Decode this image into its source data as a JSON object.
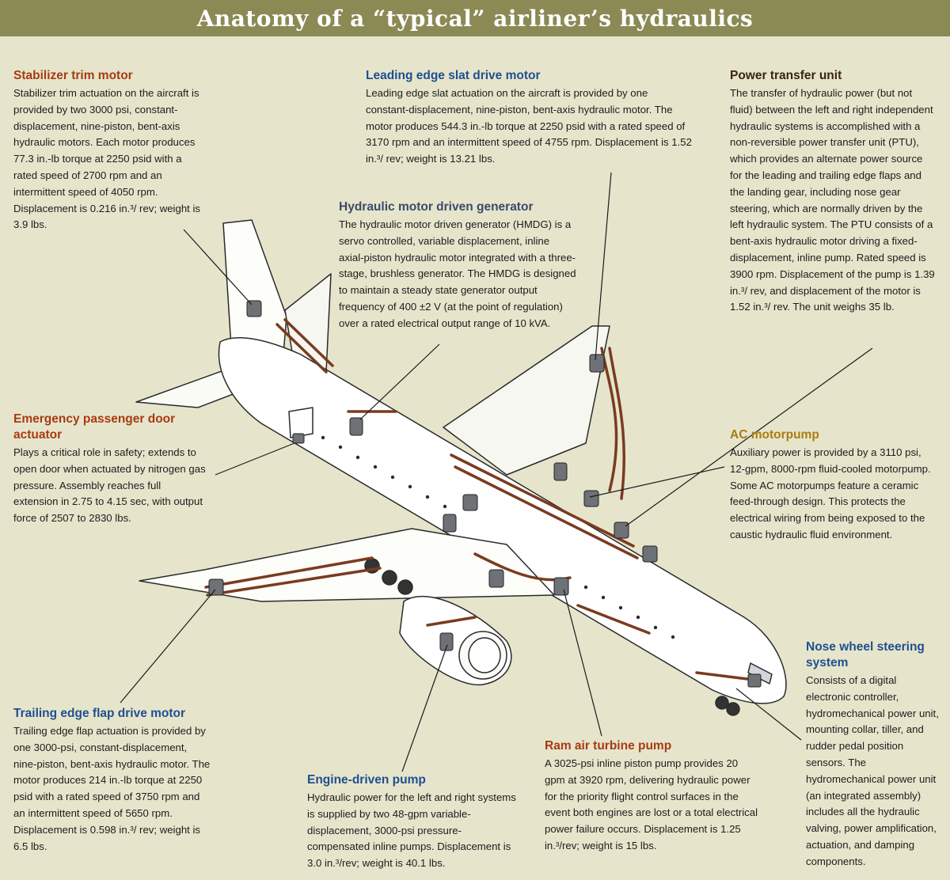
{
  "title": "Anatomy of a “typical” airliner’s hydraulics",
  "colors": {
    "banner": "#8b8a55",
    "background": "#e6e5cc",
    "heading_red": "#a83a12",
    "heading_blue": "#1f4f8f",
    "heading_gold": "#a97c10",
    "heading_dark": "#3a2412",
    "hydraulic_line": "#7a3b20"
  },
  "callouts": {
    "stabilizer": {
      "heading": "Stabilizer trim motor",
      "body": "Stabilizer trim actuation on the aircraft is provided by two 3000 psi, constant-displacement, nine-piston, bent-axis hydraulic motors. Each motor produces 77.3 in.-lb torque at 2250 psid with a rated speed of 2700 rpm and an intermittent speed of 4050 rpm. Displacement is 0.216 in.³/ rev; weight is 3.9 lbs."
    },
    "slat": {
      "heading": "Leading edge slat drive motor",
      "body": "Leading edge slat actuation on the aircraft is provided by one constant-displacement, nine-piston, bent-axis hydraulic motor. The motor produces 544.3 in.-lb torque at 2250 psid with a rated speed of 3170 rpm and an intermittent speed of 4755 rpm. Displacement is 1.52 in.³/ rev; weight is 13.21 lbs."
    },
    "ptu": {
      "heading": "Power transfer unit",
      "body": "The transfer of hydraulic power (but not fluid) between the left and right independent hydraulic systems is accomplished with a non-reversible power transfer unit (PTU), which provides an alternate power source for the leading and trailing edge flaps and the landing gear, including nose gear steering, which are normally driven by the left hydraulic system. The PTU consists of a bent-axis hydraulic motor driving a fixed-displacement, inline pump. Rated speed is 3900 rpm. Displacement of the pump is 1.39 in.³/ rev, and displacement of the motor is 1.52 in.³/ rev. The unit weighs 35 lb."
    },
    "hmdg": {
      "heading": "Hydraulic motor driven generator",
      "body": "The hydraulic motor driven generator (HMDG) is a servo controlled, variable displacement, inline axial-piston hydraulic motor integrated with a three-stage, brushless generator. The HMDG is designed to maintain a steady state generator output frequency of 400 ±2 V (at the point of regulation) over a rated electrical output range of 10 kVA."
    },
    "door": {
      "heading": "Emergency passenger door actuator",
      "body": "Plays a critical role in safety; extends to open door when actuated by nitrogen gas pressure. Assembly reaches full extension in 2.75 to 4.15 sec, with output force of 2507 to 2830 lbs."
    },
    "ac": {
      "heading": "AC motorpump",
      "body": "Auxiliary power is provided by a 3110 psi, 12-gpm, 8000-rpm fluid-cooled motorpump. Some AC motorpumps feature a ceramic feed-through design. This protects the electrical wiring from being exposed to the caustic hydraulic fluid environment."
    },
    "nose": {
      "heading": "Nose wheel steering system",
      "body": "Consists of a digital electronic controller, hydromechanical power unit, mounting collar, tiller, and rudder pedal position sensors. The hydromechanical power unit (an integrated assembly) includes all the hydraulic valving, power amplification, actuation, and damping components."
    },
    "flap": {
      "heading": "Trailing edge flap drive motor",
      "body": "Trailing edge flap actuation is provided by one 3000-psi, constant-displacement, nine-piston, bent-axis hydraulic motor. The motor produces 214 in.-lb torque at 2250 psid with a rated speed of 3750 rpm and an intermittent speed of 5650 rpm. Displacement is 0.598 in.³/ rev; weight is 6.5 lbs."
    },
    "edp": {
      "heading": "Engine-driven pump",
      "body": "Hydraulic power for the left and right systems is supplied by two 48-gpm variable-displacement, 3000-psi pressure-compensated inline pumps. Displacement is 3.0 in.³/rev; weight is 40.1 lbs."
    },
    "rat": {
      "heading": "Ram air turbine pump",
      "body": "A 3025-psi inline piston pump provides 20 gpm at 3920 rpm, delivering hydraulic power for the priority flight control surfaces in the event both engines are lost or a total electrical power failure occurs. Displacement is 1.25 in.³/rev; weight is 15 lbs."
    }
  }
}
